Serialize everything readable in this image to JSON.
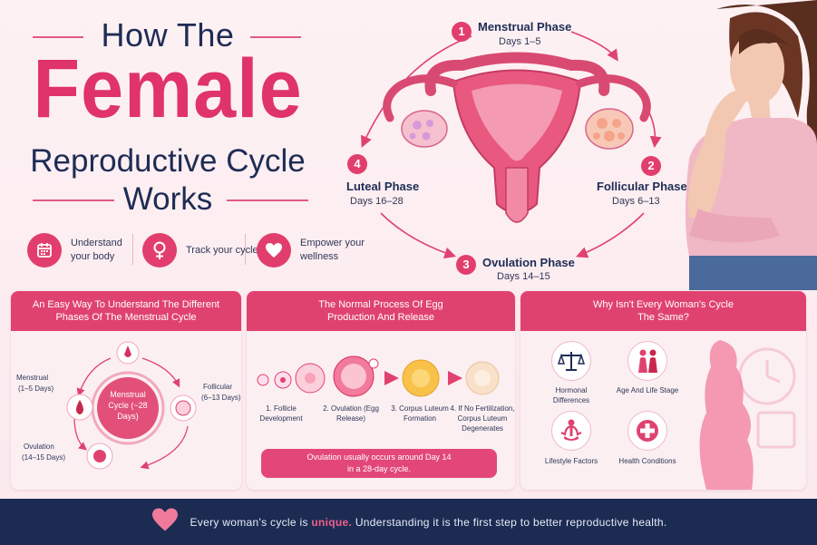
{
  "title": {
    "line1": "How The",
    "main": "Female",
    "line3": "Reproductive Cycle",
    "line4": "Works"
  },
  "features": [
    {
      "icon": "calendar-icon",
      "text": "Understand your body"
    },
    {
      "icon": "female-symbol-icon",
      "text": "Track your cycle"
    },
    {
      "icon": "heart-icon",
      "text": "Empower your wellness"
    }
  ],
  "phases": [
    {
      "num": "1",
      "name": "Menstrual Phase",
      "days": "Days 1–5"
    },
    {
      "num": "2",
      "name": "Follicular Phase",
      "days": "Days 6–13"
    },
    {
      "num": "3",
      "name": "Ovulation Phase",
      "days": "Days 14–15"
    },
    {
      "num": "4",
      "name": "Luteal Phase",
      "days": "Days 16–28"
    }
  ],
  "panel1": {
    "title": "An Easy Way To Understand The Different Phases Of The Menstrual Cycle",
    "center": "Menstrual Cycle (~28 Days)",
    "menstrual": "Menstrual",
    "menstrual_days": "(1–5 Days)",
    "follicular": "Follicular",
    "follicular_days": "(6–13 Days)",
    "ovulation": "Ovulation",
    "ovulation_days": "(14–15 Days)"
  },
  "panel2": {
    "title": "The Normal Process Of Egg Production And Release",
    "steps": [
      "1. Follicle Development",
      "2. Ovulation (Egg Release)",
      "3. Corpus Luteum Formation",
      "4. If No Fertilization, Corpus Luteum Degenerates"
    ],
    "note": "Ovulation usually occurs around Day 14 in a 28-day cycle."
  },
  "panel3": {
    "title": "Why Isn't Every Woman's Cycle The Same?",
    "factors": [
      {
        "icon": "scale-icon",
        "label": "Hormonal Differences"
      },
      {
        "icon": "people-icon",
        "label": "Age And Life Stage"
      },
      {
        "icon": "meditation-icon",
        "label": "Lifestyle Factors"
      },
      {
        "icon": "medical-cross-icon",
        "label": "Health Conditions"
      }
    ]
  },
  "footer": {
    "before": "Every woman's cycle is",
    "highlight": "unique.",
    "after": "Understanding it is the first step to better reproductive health."
  },
  "colors": {
    "accent": "#e0336a",
    "navy": "#1e2c55",
    "footer_bg": "#1b2b52",
    "panel_bg": "#fbeff2"
  }
}
